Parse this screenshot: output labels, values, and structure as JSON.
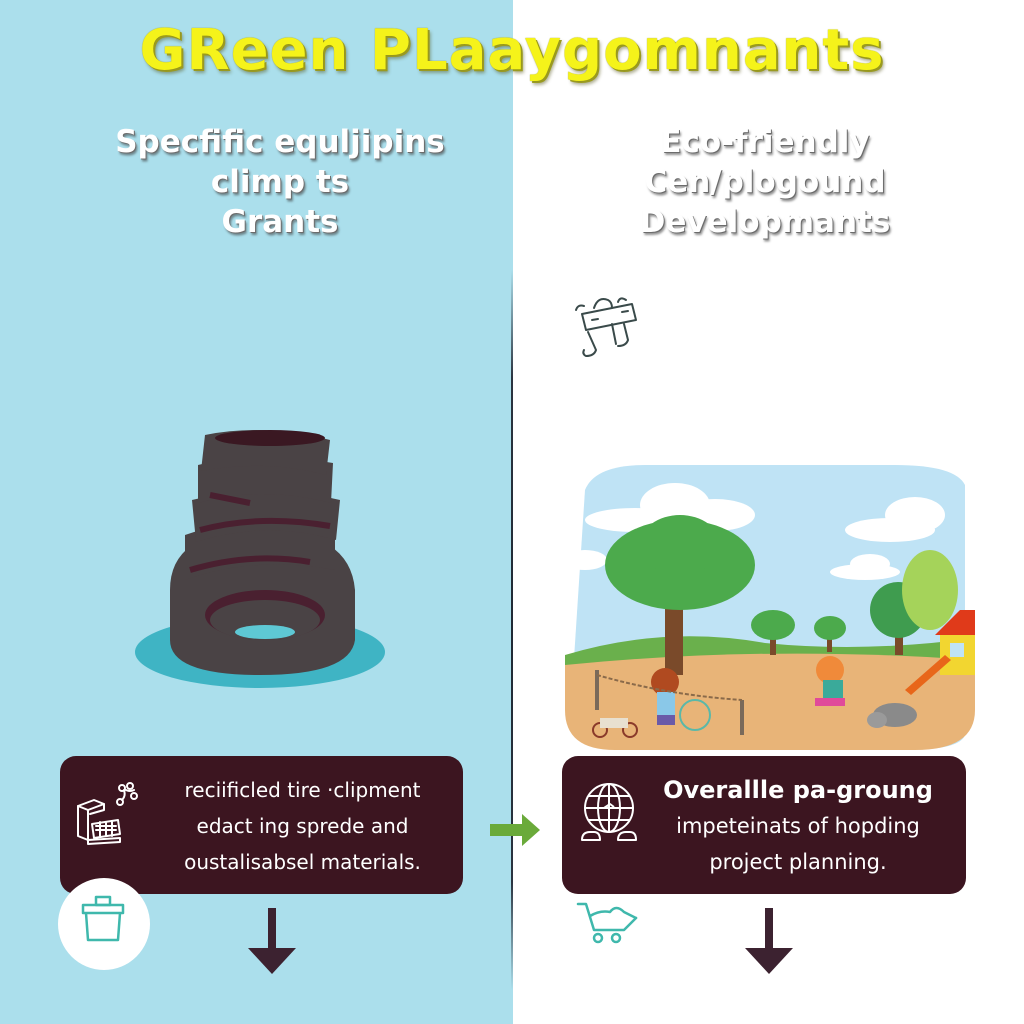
{
  "header": {
    "title": "GReen PLaaygomnants"
  },
  "left_column": {
    "heading_lines": [
      "Specfific equljipins",
      "climp ts",
      "Grants"
    ],
    "illustration": "stacked-recycled-tires",
    "card": {
      "icon": "recycling-materials-icon",
      "lines": [
        "reciificled tire ·clipment",
        "edact ing sprede and",
        "oustalisabsel materials."
      ]
    },
    "badge_icon": "bin-icon",
    "flow_arrow": "arrow-down-icon"
  },
  "right_column": {
    "heading_lines": [
      "Eco-friendly",
      "Cen/plogound",
      "Developmants"
    ],
    "top_icon": "hurdle-icon",
    "illustration": "playground-scene",
    "card": {
      "icon": "globe-icon",
      "title": "Overallle pa-groung",
      "lines": [
        "impeteinats of hopding",
        "project planning."
      ]
    },
    "badge_icon": "cart-icon",
    "flow_arrow": "arrow-down-icon"
  },
  "connector": {
    "icon": "arrow-right-icon",
    "color": "#6aaa3a"
  },
  "colors": {
    "left_bg": "#abdfec",
    "right_bg": "#ffffff",
    "title": "#f5f31a",
    "card_bg": "#3c1520",
    "arrow": "#3c2230",
    "teal_icon": "#3fb8ac"
  }
}
